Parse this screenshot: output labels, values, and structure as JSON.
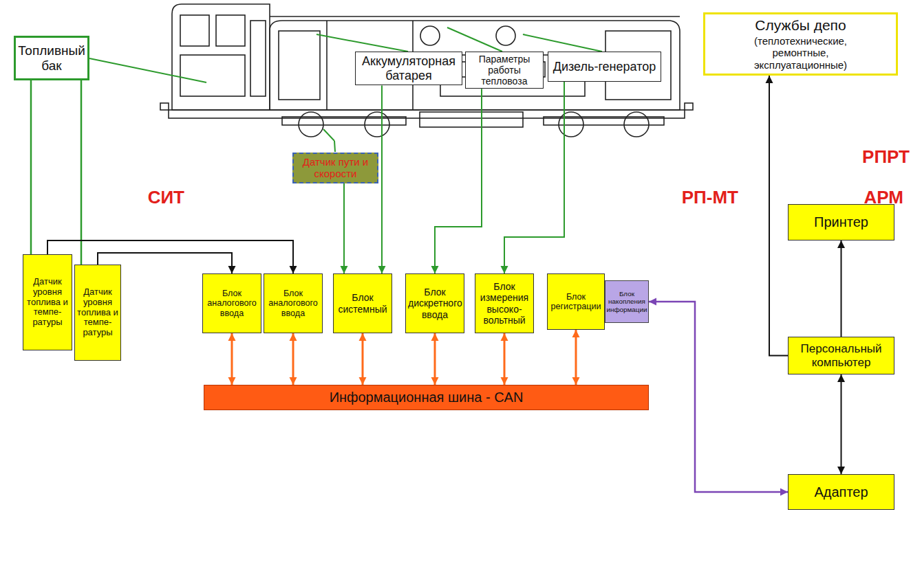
{
  "diagram": {
    "nodes": [
      {
        "text": [
          "Топливный бак"
        ]
      },
      {
        "text": [
          "Аккумуляторная батарея"
        ]
      },
      {
        "text": [
          "Параметры работы тепловоза"
        ]
      },
      {
        "text": [
          "Дизель-генератор"
        ]
      },
      {
        "text": [
          "Службы депо",
          "(теплотехнические, ремонтные, эксплуатационные)"
        ]
      },
      {
        "text": [
          "РПРТ"
        ]
      },
      {
        "text": [
          "Датчик пути и скорости"
        ],
        "in": 5
      },
      {
        "text": [
          "СИТ"
        ],
        "in": 5
      },
      {
        "text": [
          "Датчик уровня топлива и темпе- ратуры"
        ],
        "in": 7
      },
      {
        "text": [
          "Датчик уровня топлива и темпе- ратуры"
        ],
        "in": 7
      },
      {
        "text": [
          "РП-МТ"
        ],
        "in": 5
      },
      {
        "text": [
          "Блок аналогового ввода"
        ],
        "in": 10
      },
      {
        "text": [
          "Блок аналогового ввода"
        ],
        "in": 10
      },
      {
        "text": [
          "Блок системный"
        ],
        "in": 10
      },
      {
        "text": [
          "Блок дискретного ввода"
        ],
        "in": 10
      },
      {
        "text": [
          "Блок измерения высоко- вольтный"
        ],
        "in": 10
      },
      {
        "text": [
          "Блок регистрации"
        ],
        "in": 10
      },
      {
        "text": [
          "Блок накопления информации"
        ],
        "in": 10
      },
      {
        "text": [
          "Информационная шина - CAN"
        ],
        "in": 10
      },
      {
        "text": [
          "АРМ"
        ],
        "in": 5
      },
      {
        "text": [
          "Принтер"
        ],
        "in": 19
      },
      {
        "text": [
          "Персональный компьютер"
        ],
        "in": 19
      },
      {
        "text": [
          "Адаптер"
        ],
        "in": 19
      }
    ],
    "edges": [
      {
        "from": 0,
        "to": 8,
        "arrow": "none"
      },
      {
        "from": 0,
        "to": 9,
        "arrow": "none"
      },
      {
        "from": 6,
        "to": 13,
        "arrow": "to"
      },
      {
        "from": 1,
        "to": 13,
        "arrow": "to"
      },
      {
        "from": 2,
        "to": 14,
        "arrow": "to"
      },
      {
        "from": 3,
        "to": 15,
        "arrow": "to"
      },
      {
        "from": 8,
        "to": 12,
        "arrow": "to"
      },
      {
        "from": 9,
        "to": 11,
        "arrow": "to"
      },
      {
        "from": 11,
        "to": 18,
        "arrow": "both"
      },
      {
        "from": 12,
        "to": 18,
        "arrow": "both"
      },
      {
        "from": 13,
        "to": 18,
        "arrow": "both"
      },
      {
        "from": 14,
        "to": 18,
        "arrow": "both"
      },
      {
        "from": 15,
        "to": 18,
        "arrow": "both"
      },
      {
        "from": 16,
        "to": 18,
        "arrow": "both"
      },
      {
        "from": 17,
        "to": 22,
        "arrow": "both"
      },
      {
        "from": 22,
        "to": 21,
        "arrow": "both"
      },
      {
        "from": 21,
        "to": 20,
        "arrow": "to"
      },
      {
        "from": 21,
        "to": 4,
        "arrow": "to"
      }
    ]
  }
}
